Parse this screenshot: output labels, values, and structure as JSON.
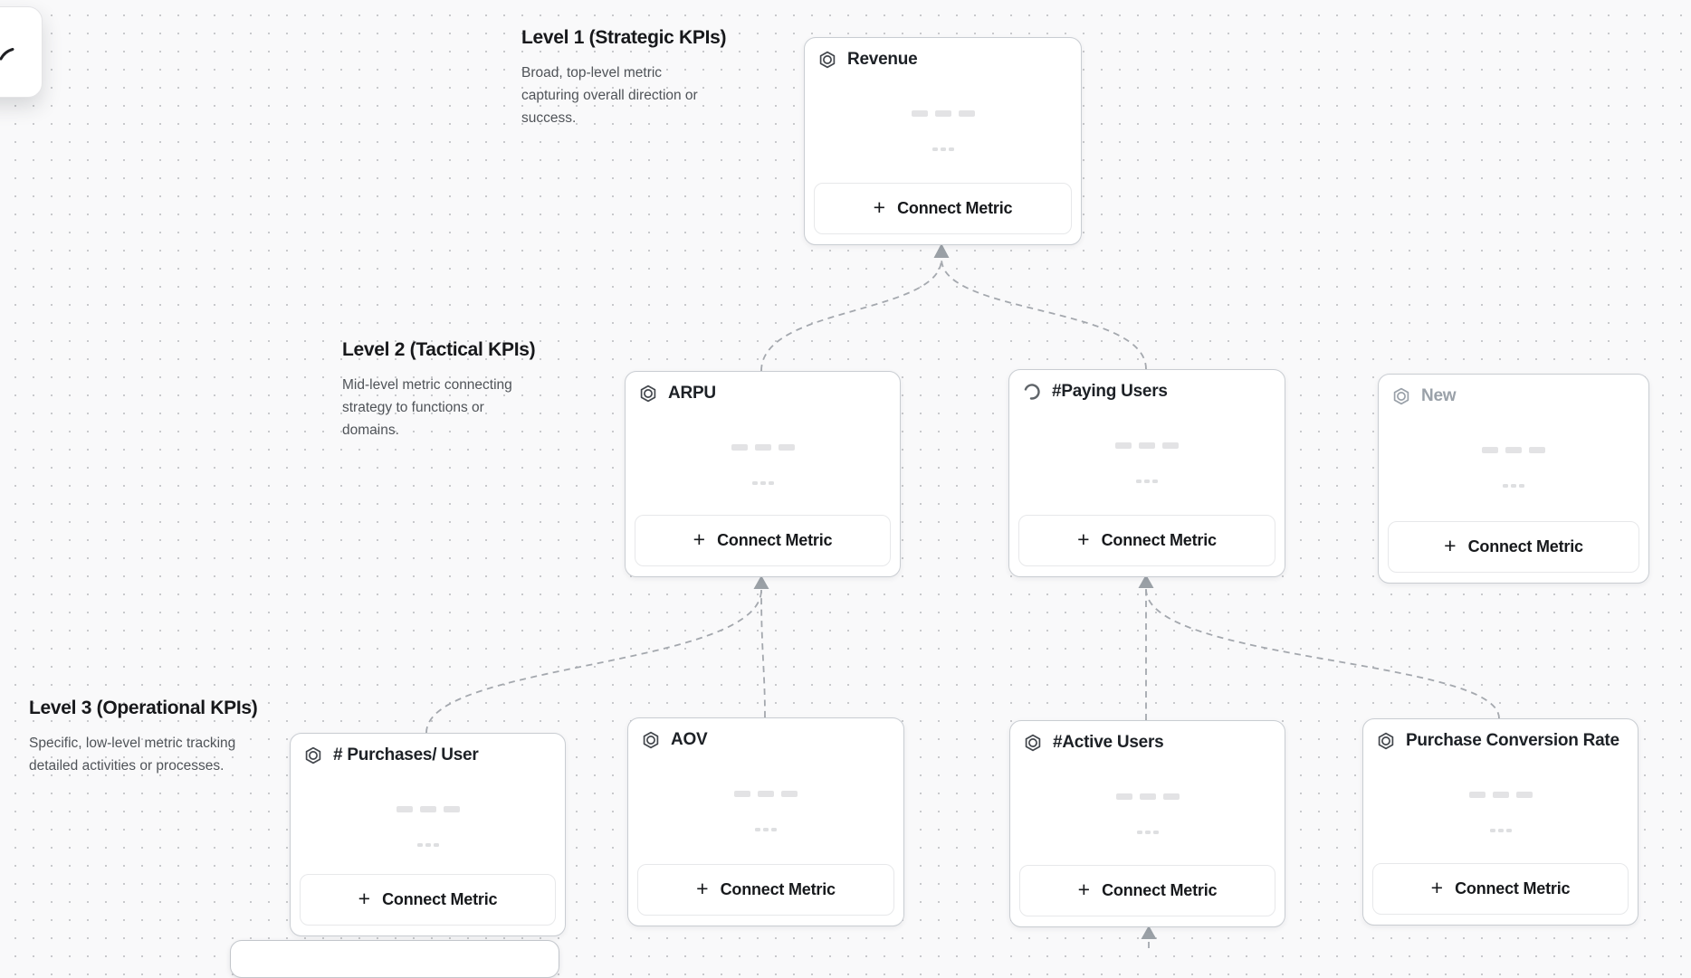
{
  "labels": {
    "connect_metric": "Connect Metric",
    "plus": "+"
  },
  "levels": [
    {
      "heading": "Level 1 (Strategic KPIs)",
      "description": "Broad, top-level metric capturing overall direction or success."
    },
    {
      "heading": "Level 2 (Tactical KPIs)",
      "description": "Mid-level metric connecting strategy to functions or domains."
    },
    {
      "heading": "Level 3 (Operational KPIs)",
      "description": "Specific, low-level metric tracking detailed activities or processes."
    }
  ],
  "cards": [
    {
      "title": "Revenue",
      "icon": "metric-hexagon-icon",
      "level": 1
    },
    {
      "title": "ARPU",
      "icon": "metric-hexagon-icon",
      "level": 2
    },
    {
      "title": "#Paying Users",
      "icon": "loading-spinner-icon",
      "level": 2
    },
    {
      "title": "New",
      "icon": "metric-hexagon-icon",
      "level": 2,
      "muted": true
    },
    {
      "title": "# Purchases/ User",
      "icon": "metric-hexagon-icon",
      "level": 3
    },
    {
      "title": "AOV",
      "icon": "metric-hexagon-icon",
      "level": 3
    },
    {
      "title": "#Active Users",
      "icon": "metric-hexagon-icon",
      "level": 3
    },
    {
      "title": "Purchase Conversion Rate",
      "icon": "metric-hexagon-icon",
      "level": 3
    }
  ],
  "colors": {
    "canvas_bg": "#f9f9fa",
    "dot_grid": "#c8c9cc",
    "card_border": "#c9cdd2",
    "connector": "#a4a8ae",
    "arrowhead": "#9aa0a6",
    "title_text": "#1d2126",
    "muted_text": "#9aa1a9",
    "description_text": "#4f5358",
    "skeleton": "#e3e3e5"
  }
}
